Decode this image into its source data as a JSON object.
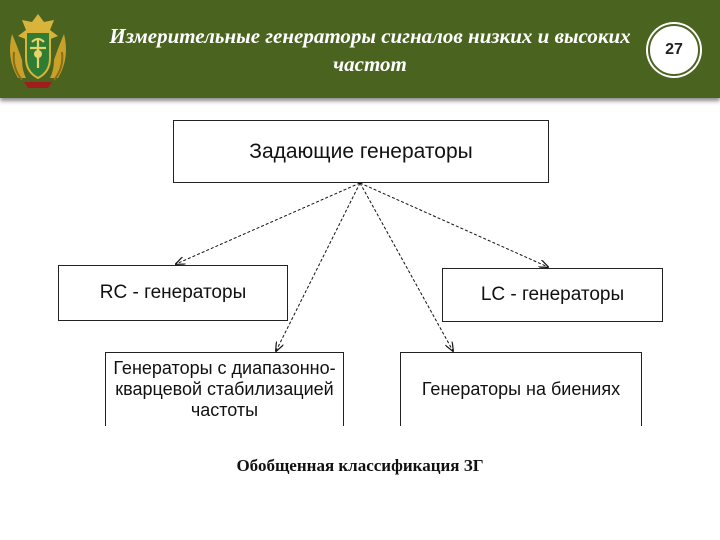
{
  "header": {
    "title": "Измерительные генераторы сигналов низких и высоких частот",
    "page_number": "27",
    "emblem_icon": "military-emblem-icon",
    "background_color": "#4a6420"
  },
  "diagram": {
    "root": "Задающие генераторы",
    "children": [
      "RC - генераторы",
      "LC - генераторы",
      "Генераторы с диапазонно-кварцевой стабилизацией частоты",
      "Генераторы на биениях"
    ],
    "edge_style": "dashed arrows from root to each child"
  },
  "caption": "Обобщенная классификация ЗГ"
}
